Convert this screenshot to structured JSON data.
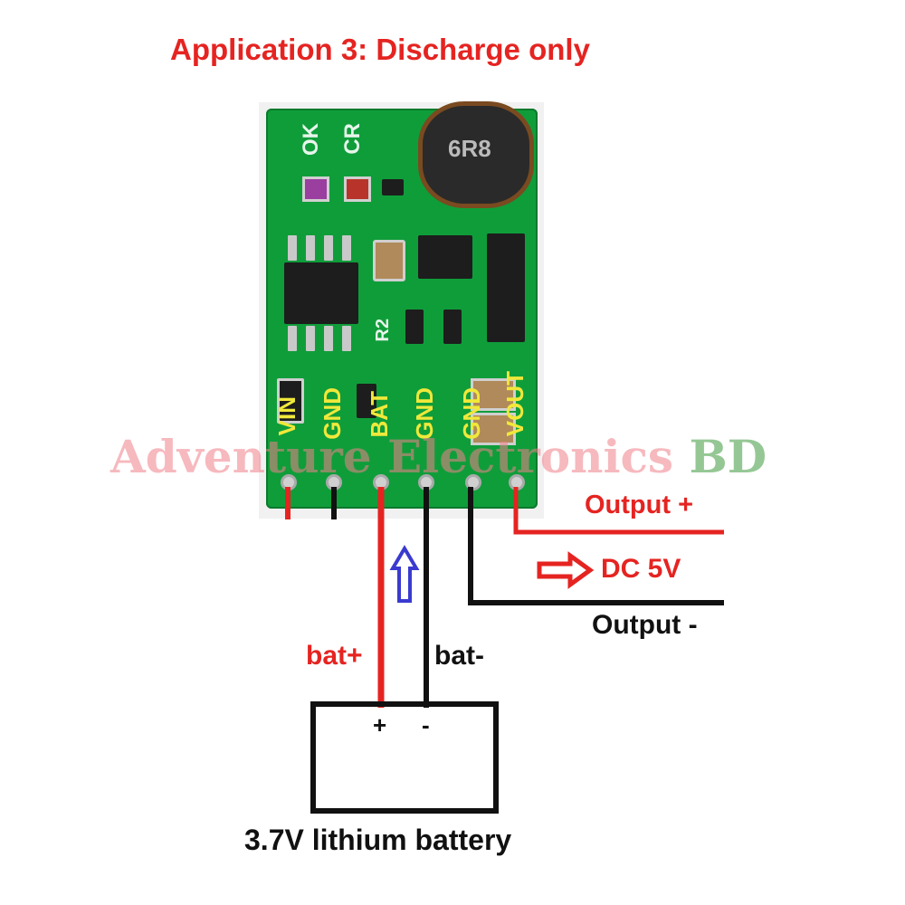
{
  "title": "Application 3: Discharge only",
  "board": {
    "indicators": [
      "OK",
      "CR"
    ],
    "inductor_marking": "6R8",
    "resistor_label": "R2",
    "pins": [
      "VIN",
      "GND",
      "BAT",
      "GND",
      "GND",
      "VOUT"
    ]
  },
  "watermark": {
    "main": "Adventure Electronics",
    "suffix": "BD"
  },
  "output": {
    "plus_label": "Output +",
    "minus_label": "Output -",
    "voltage_label": "DC 5V"
  },
  "battery": {
    "pos_wire_label": "bat+",
    "neg_wire_label": "bat-",
    "plus_sign": "+",
    "minus_sign": "-",
    "caption": "3.7V lithium battery"
  },
  "colors": {
    "wire_red": "#e52421",
    "wire_black": "#111111",
    "arrow_blue": "#3a3ad0",
    "pcb_green": "#0f9d3a",
    "silk_yellow": "#f0e83a"
  },
  "icons": {
    "flow_arrow": "up-arrow-icon",
    "output_arrow": "right-arrow-icon"
  }
}
